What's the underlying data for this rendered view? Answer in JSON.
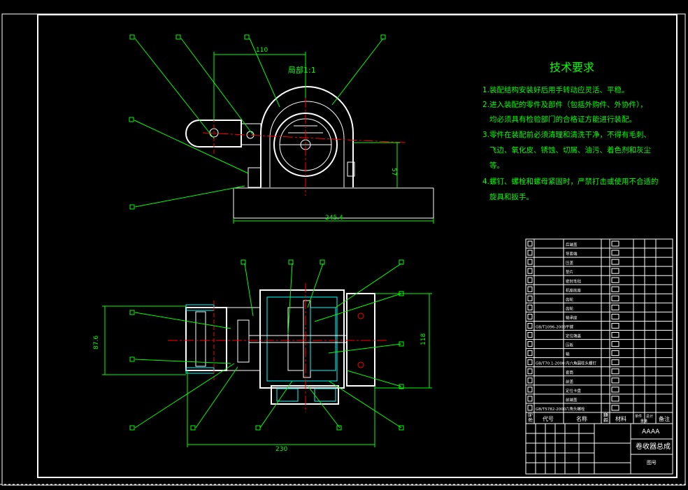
{
  "colors": {
    "background": "#000000",
    "frame": "#ffffff",
    "geometry": "#ffffff",
    "leader": "#00ff00",
    "dimension": "#00ff00",
    "centerline": "#ff0000",
    "hatch": "#00ffff",
    "text": "#00ff00",
    "title_text": "#ffffff"
  },
  "views": {
    "detail_label": "局部1:1"
  },
  "dimensions": {
    "top_width": "110",
    "top_height": "57",
    "top_base": "245.4",
    "plan_height_left": "87.6",
    "plan_height_right": "118",
    "plan_width": "230"
  },
  "tech_requirements": {
    "title": "技术要求",
    "items": [
      "1.装配结构安装好后用手转动应灵活、平稳。",
      "2.进入装配的零件及部件（包括外购件、外协件），",
      "   均必须具有检验部门的合格证方能进行装配。",
      "3.零件在装配前必须清理和清洗干净，不得有毛刺、",
      "   飞边、氧化皮、锈蚀、切屑、油污、着色剂和灰尘",
      "   等。",
      "4.螺钉、螺栓和螺母紧固时，严禁打击或使用不合适的",
      "   旋具和扳手。"
    ]
  },
  "bom": {
    "header": {
      "seq": "序号",
      "code": "代号",
      "name": "名称",
      "qty": "数量",
      "material": "材料",
      "unit_weight": "单件",
      "total_weight": "总计",
      "weight_label": "重量",
      "remark": "备注"
    },
    "rows": [
      {
        "code": "",
        "name": "后端盖"
      },
      {
        "code": "",
        "name": "导套端"
      },
      {
        "code": "",
        "name": "压盖"
      },
      {
        "code": "",
        "name": "垫片"
      },
      {
        "code": "",
        "name": "密封毛毡"
      },
      {
        "code": "",
        "name": "机座底座"
      },
      {
        "code": "",
        "name": "齿轮"
      },
      {
        "code": "",
        "name": "齿轮"
      },
      {
        "code": "",
        "name": "轴承座"
      },
      {
        "code": "GB/T1096-2003",
        "name": "平键"
      },
      {
        "code": "",
        "name": "定位端盖"
      },
      {
        "code": "",
        "name": "压板"
      },
      {
        "code": "",
        "name": "轴"
      },
      {
        "code": "GB/T70.1-2000",
        "name": "内六角圆柱头螺钉"
      },
      {
        "code": "",
        "name": "套筒"
      },
      {
        "code": "",
        "name": "前盖"
      },
      {
        "code": "",
        "name": "定位卡盘"
      },
      {
        "code": "",
        "name": "前端盖"
      },
      {
        "code": "GB/T5782-2000",
        "name": "六角头螺栓"
      }
    ]
  },
  "title_block": {
    "company": "AAAA",
    "drawing_name": "卷收器总成",
    "drawing_no": "图号"
  }
}
